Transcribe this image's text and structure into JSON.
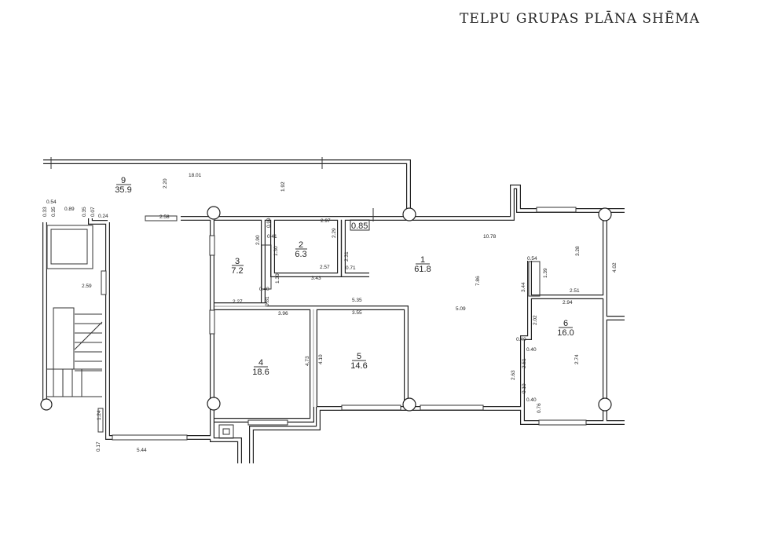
{
  "title": "TELPU GRUPAS PLĀNA SHĒMA",
  "rooms": [
    {
      "number": "9",
      "area": "35.9"
    },
    {
      "number": "3",
      "area": "7.2"
    },
    {
      "number": "2",
      "area": "6.3"
    },
    {
      "number": "1",
      "area": "61.8"
    },
    {
      "number": "4",
      "area": "18.6"
    },
    {
      "number": "5",
      "area": "14.6"
    },
    {
      "number": "6",
      "area": "16.0"
    }
  ],
  "boxed_label": "0.85",
  "dims": [
    "18.01",
    "2.20",
    "1.92",
    "0.54",
    "0.89",
    "0.33",
    "0.35",
    "0.35",
    "0.07",
    "0.24",
    "2.58",
    "2.59",
    "1.24",
    "0.17",
    "5.44",
    "2.90",
    "0.99",
    "0.41",
    "1.30",
    "2.97",
    "2.29",
    "2.57",
    "3.43",
    "2.31",
    "0.71",
    "0.40",
    "0.81",
    "1.30",
    "2.27",
    "5.35",
    "3.96",
    "3.55",
    "4.73",
    "4.10",
    "10.78",
    "3.28",
    "4.02",
    "0.54",
    "1.39",
    "3.44",
    "7.86",
    "5.09",
    "2.51",
    "2.94",
    "2.02",
    "0.40",
    "0.40",
    "2.74",
    "2.63",
    "2.51",
    "0.10",
    "0.40",
    "0.76"
  ]
}
